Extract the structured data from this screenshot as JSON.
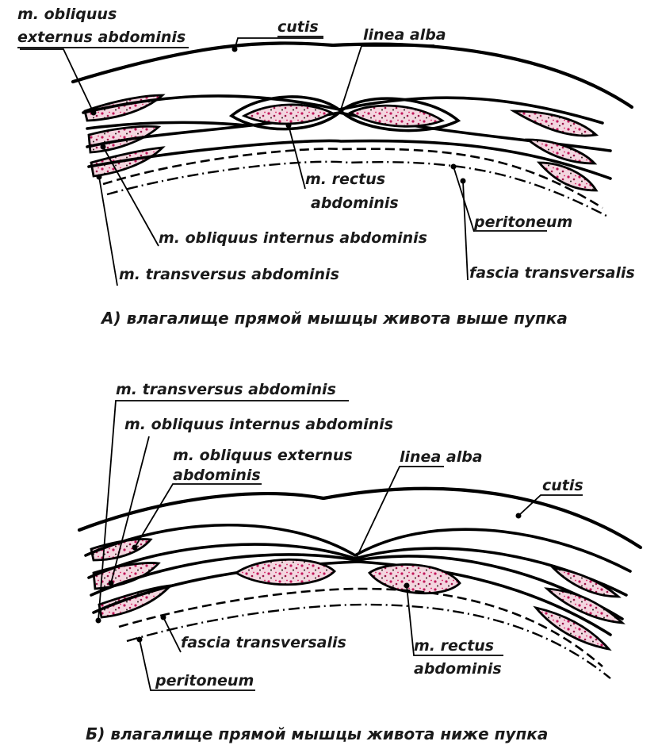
{
  "panel_a": {
    "caption": "А) влагалище прямой мышцы живота выше пупка",
    "labels": {
      "obliquus_externus_1": "m. obliquus",
      "obliquus_externus_2": "externus abdominis",
      "cutis": "cutis",
      "linea_alba": "linea alba",
      "rectus_1": "m. rectus",
      "rectus_2": "abdominis",
      "obliquus_internus": "m. obliquus internus abdominis",
      "transversus": "m. transversus abdominis",
      "peritoneum": "peritoneum",
      "fascia_transversalis": "fascia transversalis"
    }
  },
  "panel_b": {
    "caption": "Б) влагалище прямой мышцы живота ниже пупка",
    "labels": {
      "transversus": "m. transversus abdominis",
      "obliquus_internus": "m. obliquus internus abdominis",
      "obliquus_externus_1": "m. obliquus externus",
      "obliquus_externus_2": "abdominis",
      "linea_alba": "linea alba",
      "cutis": "cutis",
      "fascia_transversalis": "fascia transversalis",
      "rectus_1": "m. rectus",
      "rectus_2": "abdominis",
      "peritoneum": "peritoneum"
    }
  },
  "colors": {
    "muscle_base": "#f3d6df",
    "muscle_accent": "#c2185b",
    "ink": "#000000"
  }
}
